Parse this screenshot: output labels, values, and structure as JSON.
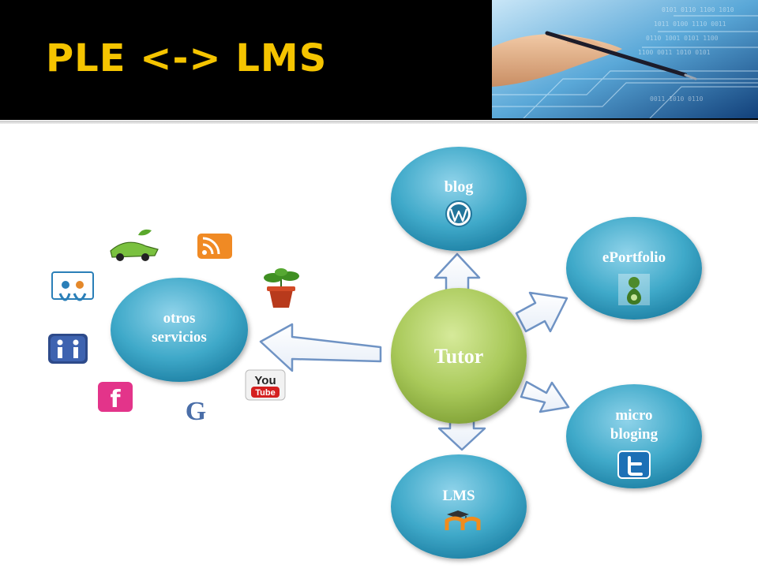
{
  "slide": {
    "title": "PLE <-> LMS"
  },
  "diagram": {
    "center": {
      "label": "Tutor"
    },
    "nodes": [
      {
        "id": "blog",
        "lines": [
          "blog"
        ],
        "icon": "wordpress-icon"
      },
      {
        "id": "eportfolio",
        "lines": [
          "ePortfolio"
        ],
        "icon": "mahara-icon"
      },
      {
        "id": "microblog",
        "lines": [
          "micro",
          "bloging"
        ],
        "icon": "twitter-icon"
      },
      {
        "id": "lms",
        "lines": [
          "LMS"
        ],
        "icon": "moodle-icon"
      },
      {
        "id": "otros",
        "lines": [
          "otros",
          "servicios"
        ],
        "icon": ""
      }
    ],
    "service_icons": {
      "youtube": {
        "line1": "You",
        "line2": "Tube"
      },
      "google": {
        "letter": "G"
      },
      "facebook": {
        "letter": "f"
      }
    }
  },
  "colors": {
    "title": "#f5c400",
    "node_blue": "#3fa9c9",
    "node_green": "#a9c95a",
    "arrow_outline": "#6f93c4"
  }
}
